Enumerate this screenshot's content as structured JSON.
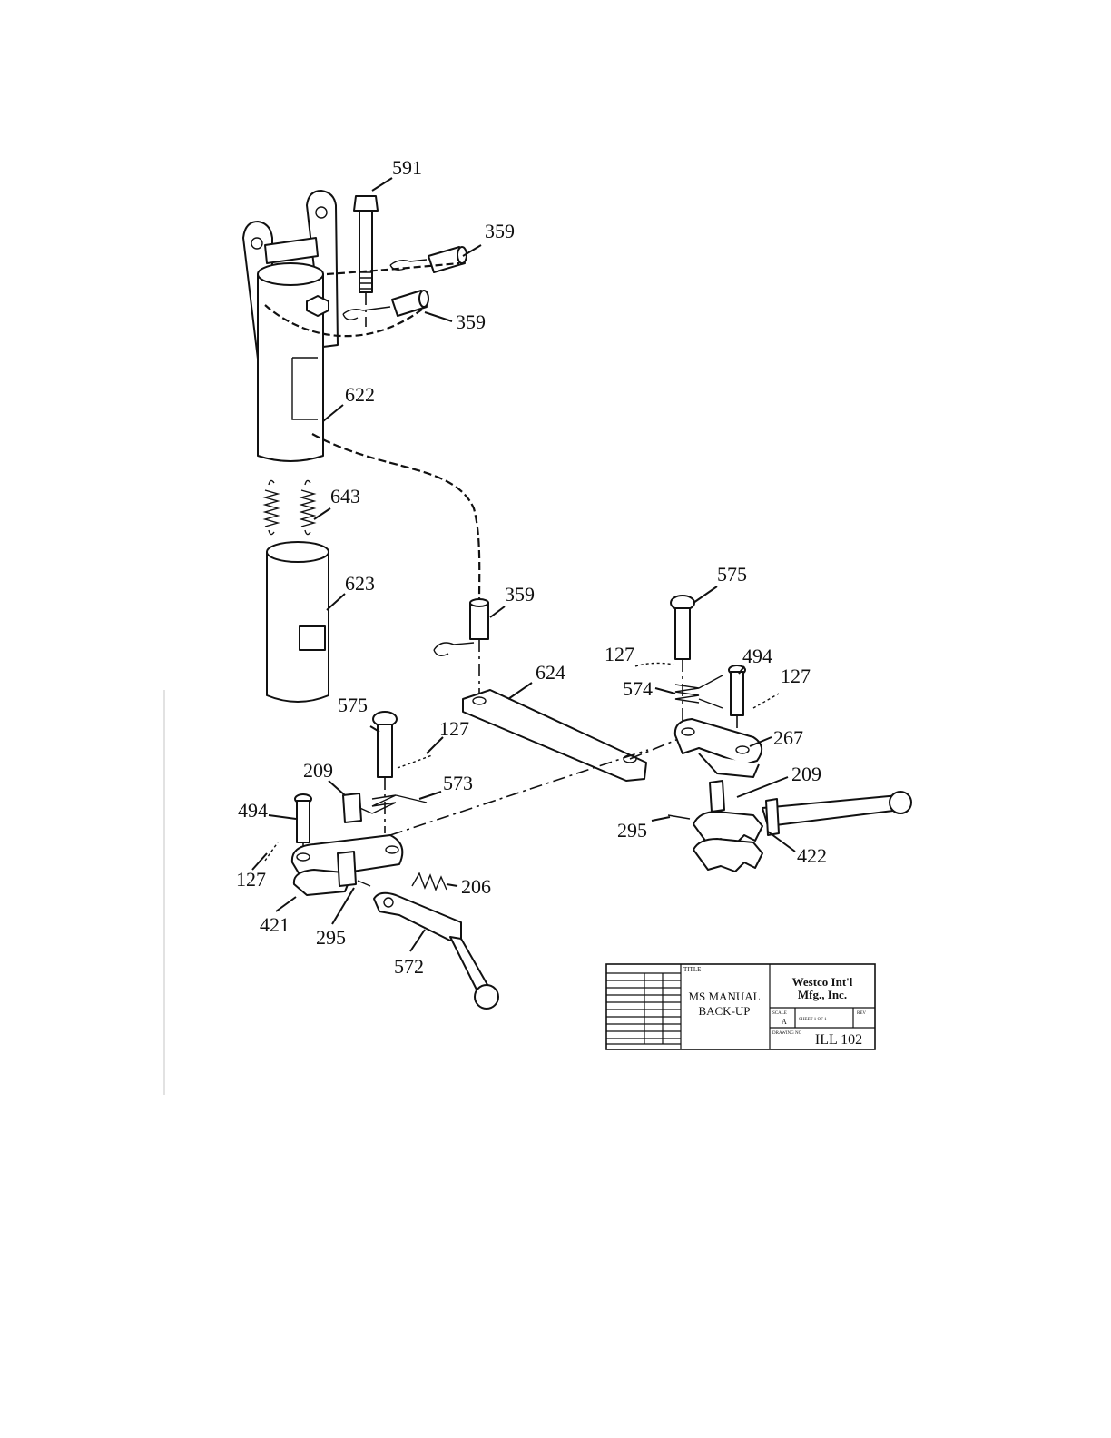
{
  "callouts": [
    {
      "id": "c591",
      "label": "591"
    },
    {
      "id": "c359a",
      "label": "359"
    },
    {
      "id": "c359b",
      "label": "359"
    },
    {
      "id": "c622",
      "label": "622"
    },
    {
      "id": "c643",
      "label": "643"
    },
    {
      "id": "c623",
      "label": "623"
    },
    {
      "id": "c359c",
      "label": "359"
    },
    {
      "id": "c575a",
      "label": "575"
    },
    {
      "id": "c127a",
      "label": "127"
    },
    {
      "id": "c494a",
      "label": "494"
    },
    {
      "id": "c127b",
      "label": "127"
    },
    {
      "id": "c574",
      "label": "574"
    },
    {
      "id": "c624",
      "label": "624"
    },
    {
      "id": "c267",
      "label": "267"
    },
    {
      "id": "c209a",
      "label": "209"
    },
    {
      "id": "c295a",
      "label": "295"
    },
    {
      "id": "c422",
      "label": "422"
    },
    {
      "id": "c575b",
      "label": "575"
    },
    {
      "id": "c127c",
      "label": "127"
    },
    {
      "id": "c209b",
      "label": "209"
    },
    {
      "id": "c573",
      "label": "573"
    },
    {
      "id": "c494b",
      "label": "494"
    },
    {
      "id": "c127d",
      "label": "127"
    },
    {
      "id": "c206",
      "label": "206"
    },
    {
      "id": "c421",
      "label": "421"
    },
    {
      "id": "c295b",
      "label": "295"
    },
    {
      "id": "c572",
      "label": "572"
    }
  ],
  "title_block": {
    "title_caption": "TITLE",
    "title_line1": "MS MANUAL",
    "title_line2": "BACK-UP",
    "company_line1": "Westco Int'l",
    "company_line2": "Mfg., Inc.",
    "scale_caption": "SCALE",
    "scale_value": "A",
    "sheet": "SHEET 1 OF 1",
    "rev_caption": "REV",
    "drawing_no_caption": "DRAWING NO",
    "drawing_no": "ILL 102"
  }
}
